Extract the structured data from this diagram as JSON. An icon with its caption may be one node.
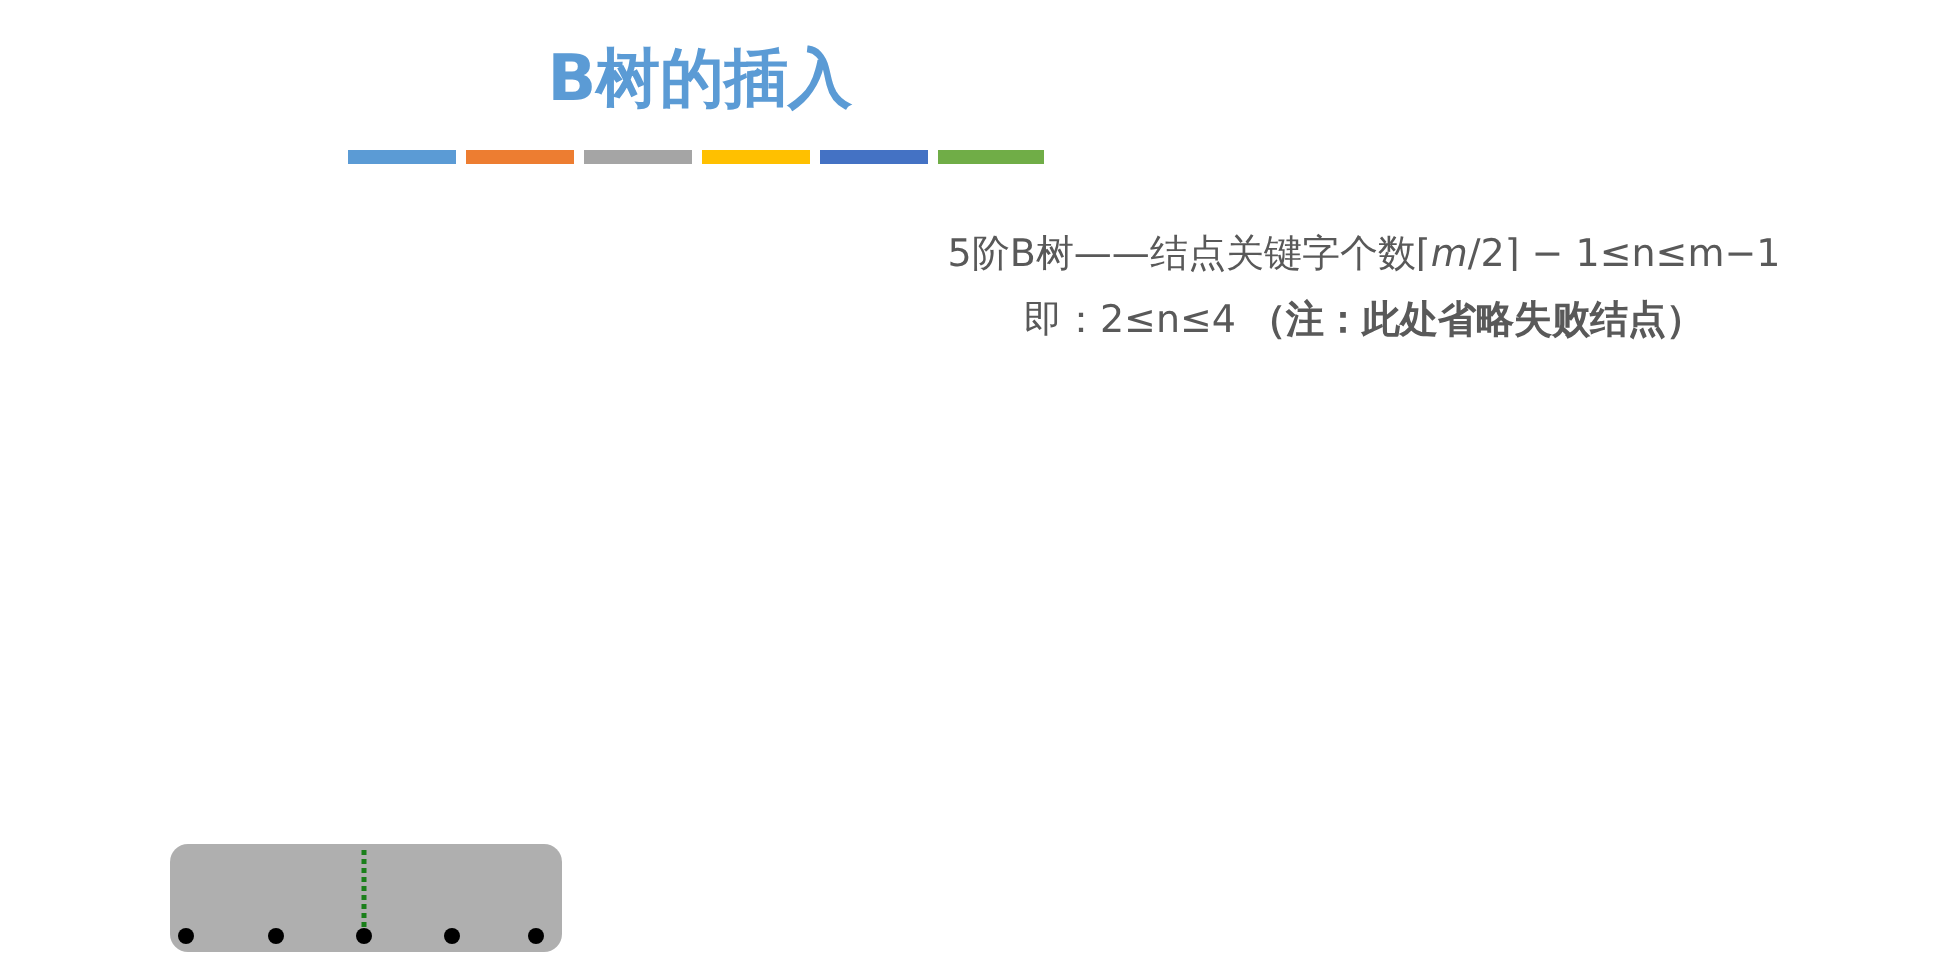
{
  "diagram": {
    "title": "B树的插入",
    "nodes": [
      {
        "text": [],
        "shape": "box"
      }
    ],
    "edges": [],
    "labels": [
      "5阶B树——结点关键字个数⌈*m*/2⌉ − 1≤n≤m−1",
      "即：2≤n≤4 **（注：此处省略失败结点）**"
    ]
  }
}
